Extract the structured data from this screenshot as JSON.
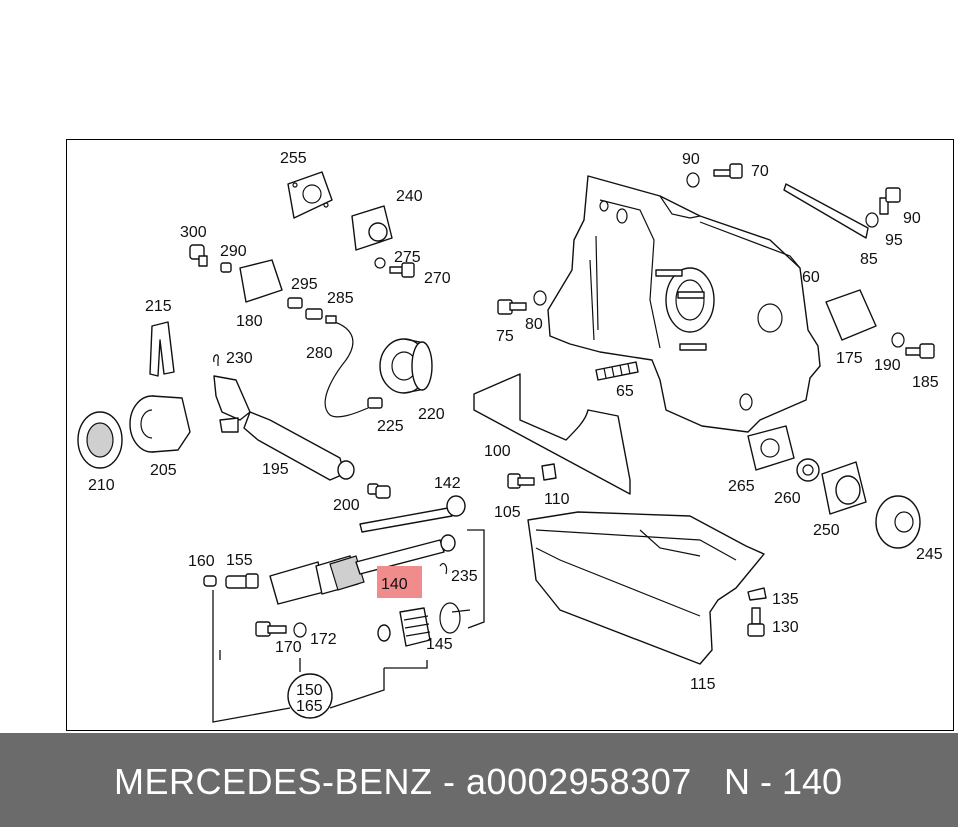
{
  "footer": {
    "brand_part": "MERCEDES-BENZ - a0002958307",
    "ref": "N - 140"
  },
  "highlight": {
    "label": "140",
    "color": "#f08c8c"
  },
  "callouts": {
    "c255": "255",
    "c240": "240",
    "c275": "275",
    "c270": "270",
    "c300": "300",
    "c290": "290",
    "c180": "180",
    "c295": "295",
    "c285": "285",
    "c215": "215",
    "c230": "230",
    "c280": "280",
    "c225": "225",
    "c220": "220",
    "c210": "210",
    "c205": "205",
    "c195": "195",
    "c200": "200",
    "c142": "142",
    "c100": "100",
    "c105": "105",
    "c110": "110",
    "c160": "160",
    "c155": "155",
    "c235": "235",
    "c170": "170",
    "c172": "172",
    "c145": "145",
    "c150": "150",
    "c165": "165",
    "c90a": "90",
    "c70": "70",
    "c90b": "90",
    "c95": "95",
    "c85": "85",
    "c60": "60",
    "c75": "75",
    "c80": "80",
    "c65": "65",
    "c175": "175",
    "c190": "190",
    "c185": "185",
    "c265": "265",
    "c260": "260",
    "c250": "250",
    "c245": "245",
    "c135": "135",
    "c130": "130",
    "c115": "115"
  }
}
